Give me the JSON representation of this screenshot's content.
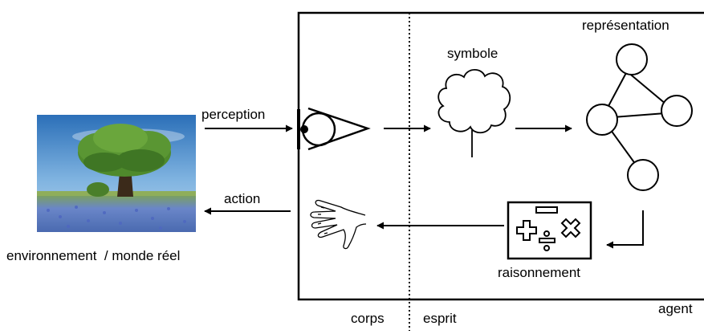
{
  "labels": {
    "perception": "perception",
    "action": "action",
    "environment": "environnement  / monde réel",
    "symbol": "symbole",
    "representation": "représentation",
    "reasoning": "raisonnement",
    "agent": "agent",
    "body": "corps",
    "mind": "esprit"
  },
  "colors": {
    "line": "#000000",
    "sky": "#3f86c6",
    "foliage": "#4f8a2c",
    "meadow": "#6a86c8"
  },
  "icons": {
    "environment": "tree-photo",
    "eye": "eye-icon",
    "symbol": "cloud-icon",
    "representation": "graph-icon",
    "reasoning": "math-operators-icon",
    "hand": "hand-icon"
  }
}
